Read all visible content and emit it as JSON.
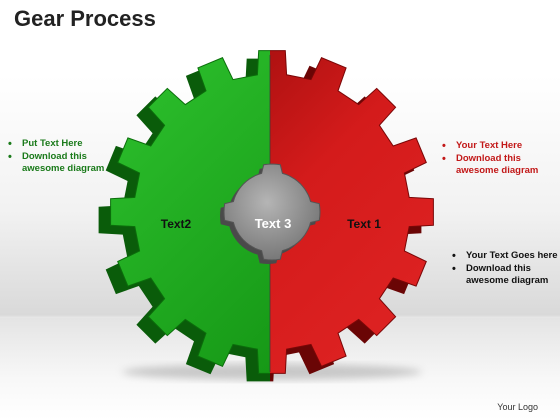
{
  "title": "Gear Process",
  "left_bullets": [
    "Put Text Here",
    "Download this awesome diagram"
  ],
  "right_top_bullets": [
    "Your Text Here",
    "Download this awesome diagram"
  ],
  "right_bottom_bullets": [
    "Your Text Goes here",
    "Download this awesome diagram"
  ],
  "gear": {
    "left_label": "Text2",
    "center_label": "Text 3",
    "right_label": "Text 1",
    "colors": {
      "left": "#1fa81f",
      "right": "#c01515",
      "center": "#8a8a8a"
    }
  },
  "logo_text": "Your Logo"
}
